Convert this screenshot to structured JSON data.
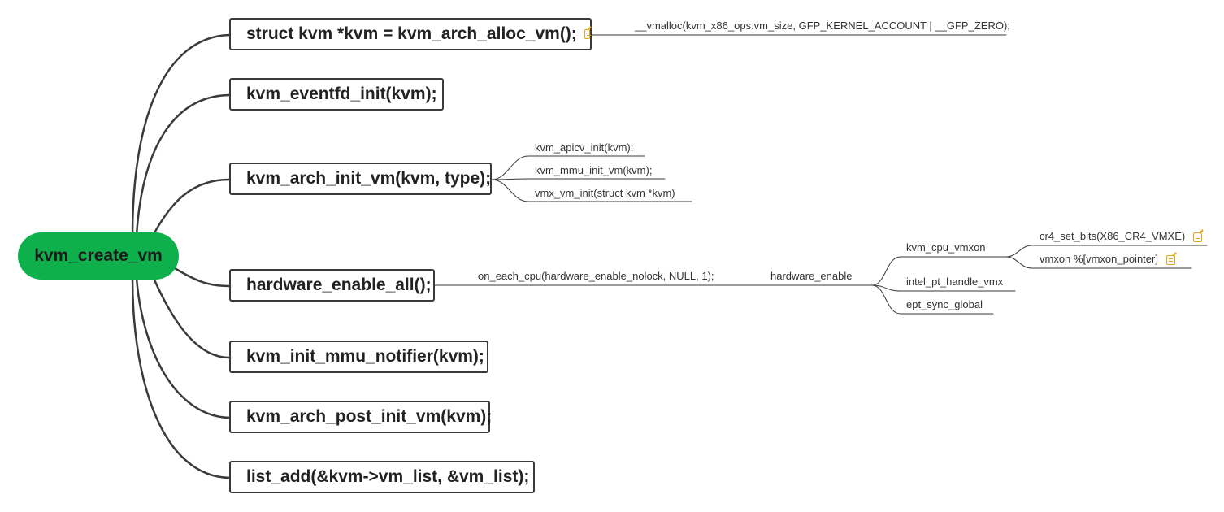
{
  "root": {
    "label": "kvm_create_vm",
    "color": "#0db04b"
  },
  "branches": [
    {
      "label": "struct kvm *kvm = kvm_arch_alloc_vm();",
      "has_note": true,
      "children": [
        {
          "label": "__vmalloc(kvm_x86_ops.vm_size, GFP_KERNEL_ACCOUNT | __GFP_ZERO);"
        }
      ]
    },
    {
      "label": "kvm_eventfd_init(kvm);"
    },
    {
      "label": "kvm_arch_init_vm(kvm, type);",
      "children": [
        {
          "label": "kvm_apicv_init(kvm);"
        },
        {
          "label": "kvm_mmu_init_vm(kvm);"
        },
        {
          "label": "vmx_vm_init(struct kvm *kvm)"
        }
      ]
    },
    {
      "label": "hardware_enable_all();",
      "children": [
        {
          "label": "on_each_cpu(hardware_enable_nolock, NULL, 1);",
          "children": [
            {
              "label": "hardware_enable",
              "children": [
                {
                  "label": "kvm_cpu_vmxon",
                  "children": [
                    {
                      "label": "cr4_set_bits(X86_CR4_VMXE)",
                      "has_note": true
                    },
                    {
                      "label": "vmxon %[vmxon_pointer]",
                      "has_note": true
                    }
                  ]
                },
                {
                  "label": "intel_pt_handle_vmx"
                },
                {
                  "label": "ept_sync_global"
                }
              ]
            }
          ]
        }
      ]
    },
    {
      "label": "kvm_init_mmu_notifier(kvm);"
    },
    {
      "label": "kvm_arch_post_init_vm(kvm);"
    },
    {
      "label": "list_add(&kvm->vm_list, &vm_list);"
    }
  ],
  "icons": {
    "note": "note-icon",
    "note_color": "#e8a317"
  },
  "line_color": "#3a3a3a"
}
